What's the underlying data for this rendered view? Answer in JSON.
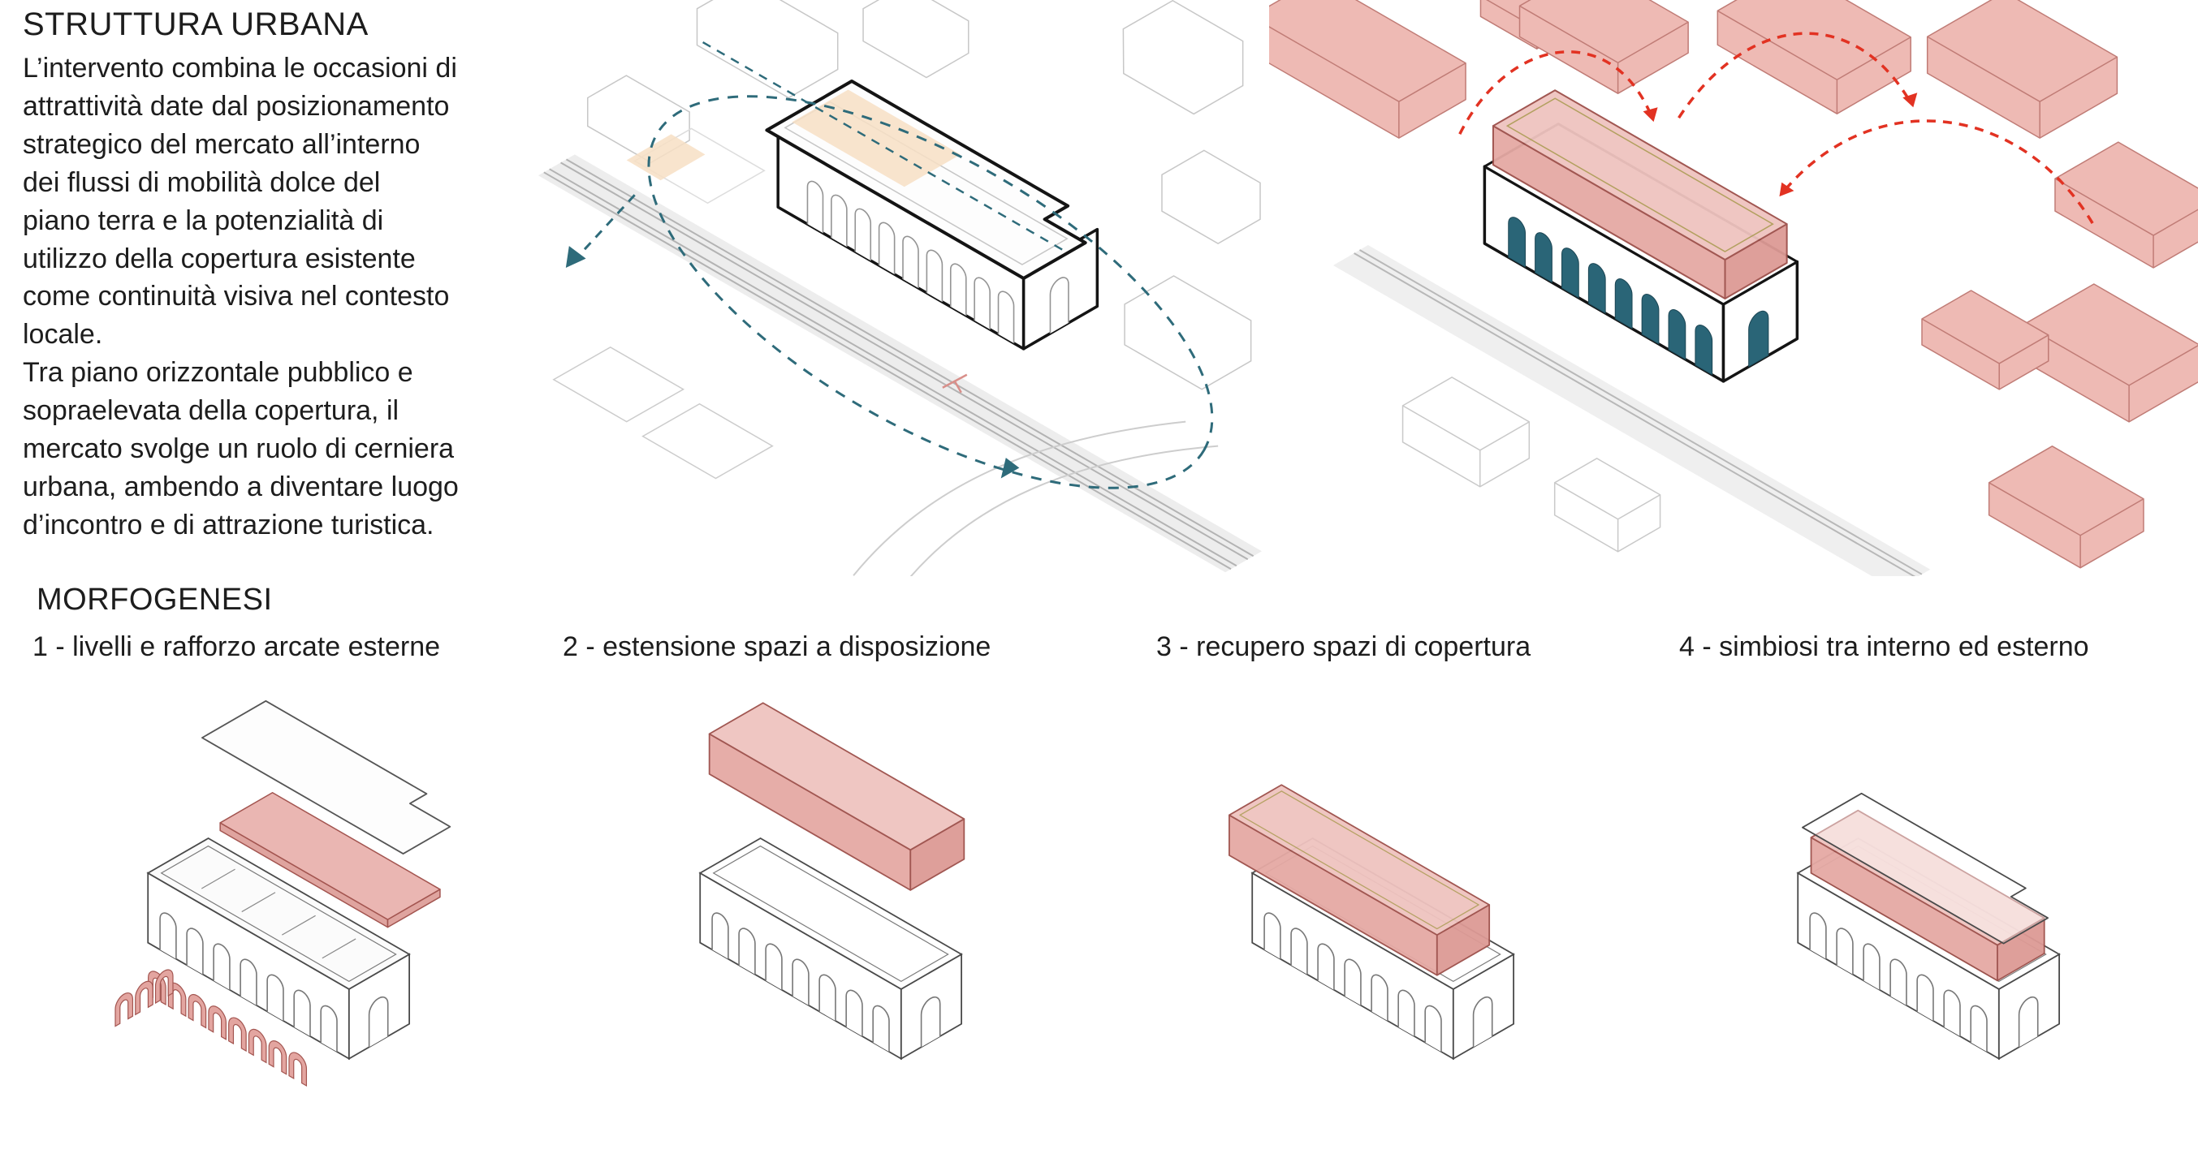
{
  "page": {
    "background": "#ffffff"
  },
  "struttura": {
    "title": "STRUTTURA URBANA",
    "paragraphs": [
      "L’intervento combina le occasioni di\nattrattività date dal posizionamento\nstrategico del mercato all’interno\ndei flussi di mobilità dolce del\npiano terra e la potenzialità di\nutilizzo della copertura esistente\ncome continuità visiva nel contesto\nlocale.",
      "Tra piano orizzontale pubblico e\nsopraelevata della copertura, il\nmercato svolge un ruolo di cerniera\nurbana, ambendo a diventare luogo\nd’incontro e di attrazione turistica."
    ]
  },
  "morfogenesi": {
    "heading": "MORFOGENESI",
    "steps": [
      {
        "label": "1 - livelli e rafforzo arcate esterne"
      },
      {
        "label": "2 - estensione spazi a disposizione"
      },
      {
        "label": "3 - recupero spazi di copertura"
      },
      {
        "label": "4 - simbiosi tra interno ed esterno"
      }
    ]
  },
  "colors": {
    "context_pink": "#eebab4",
    "pink_volume_side": "#e5a9a4",
    "pink_volume_top": "#efc3bf",
    "pink_edge": "#9c4f49",
    "teal_flow": "#2e6b7a",
    "teal_window": "#2a6577",
    "red_dashed": "#e23222",
    "peach_highlight": "#f7dfc4",
    "light_linework": "#c9c9c9",
    "ink": "#1d1d1d"
  }
}
